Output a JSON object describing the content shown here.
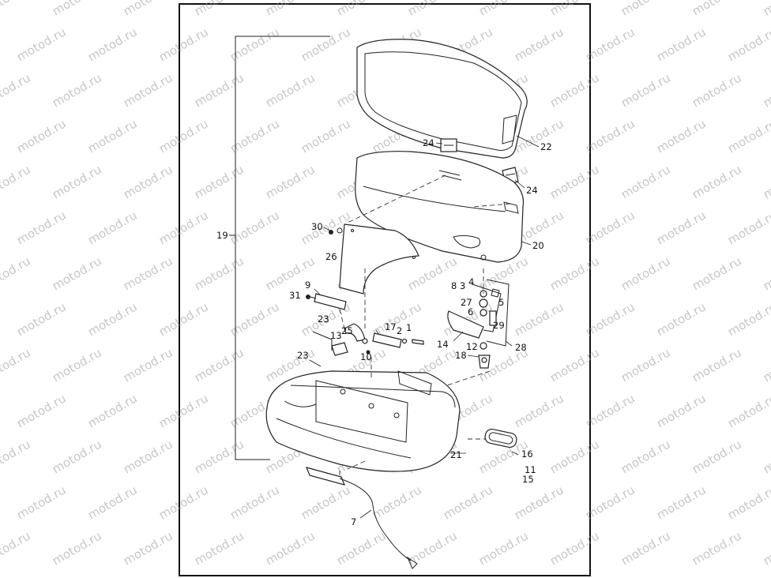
{
  "watermark": {
    "text": "motod.ru"
  },
  "callouts": [
    {
      "id": "c22",
      "text": "22"
    },
    {
      "id": "c24a",
      "text": "24"
    },
    {
      "id": "c24b",
      "text": "24"
    },
    {
      "id": "c19",
      "text": "19"
    },
    {
      "id": "c20",
      "text": "20"
    },
    {
      "id": "c30",
      "text": "30"
    },
    {
      "id": "c26",
      "text": "26"
    },
    {
      "id": "c9",
      "text": "9"
    },
    {
      "id": "c31",
      "text": "31"
    },
    {
      "id": "c8",
      "text": "8"
    },
    {
      "id": "c3",
      "text": "3"
    },
    {
      "id": "c4",
      "text": "4"
    },
    {
      "id": "c27",
      "text": "27"
    },
    {
      "id": "c5",
      "text": "5"
    },
    {
      "id": "c6",
      "text": "6"
    },
    {
      "id": "c29",
      "text": "29"
    },
    {
      "id": "c23a",
      "text": "23"
    },
    {
      "id": "c17",
      "text": "17"
    },
    {
      "id": "c2",
      "text": "2"
    },
    {
      "id": "c1",
      "text": "1"
    },
    {
      "id": "c14",
      "text": "14"
    },
    {
      "id": "c12",
      "text": "12"
    },
    {
      "id": "c28",
      "text": "28"
    },
    {
      "id": "c25",
      "text": "25"
    },
    {
      "id": "c13",
      "text": "13"
    },
    {
      "id": "c10",
      "text": "10"
    },
    {
      "id": "c18",
      "text": "18"
    },
    {
      "id": "c23b",
      "text": "23"
    },
    {
      "id": "c21",
      "text": "21"
    },
    {
      "id": "c16",
      "text": "16"
    },
    {
      "id": "c11",
      "text": "11"
    },
    {
      "id": "c15",
      "text": "15"
    },
    {
      "id": "c7",
      "text": "7"
    }
  ]
}
